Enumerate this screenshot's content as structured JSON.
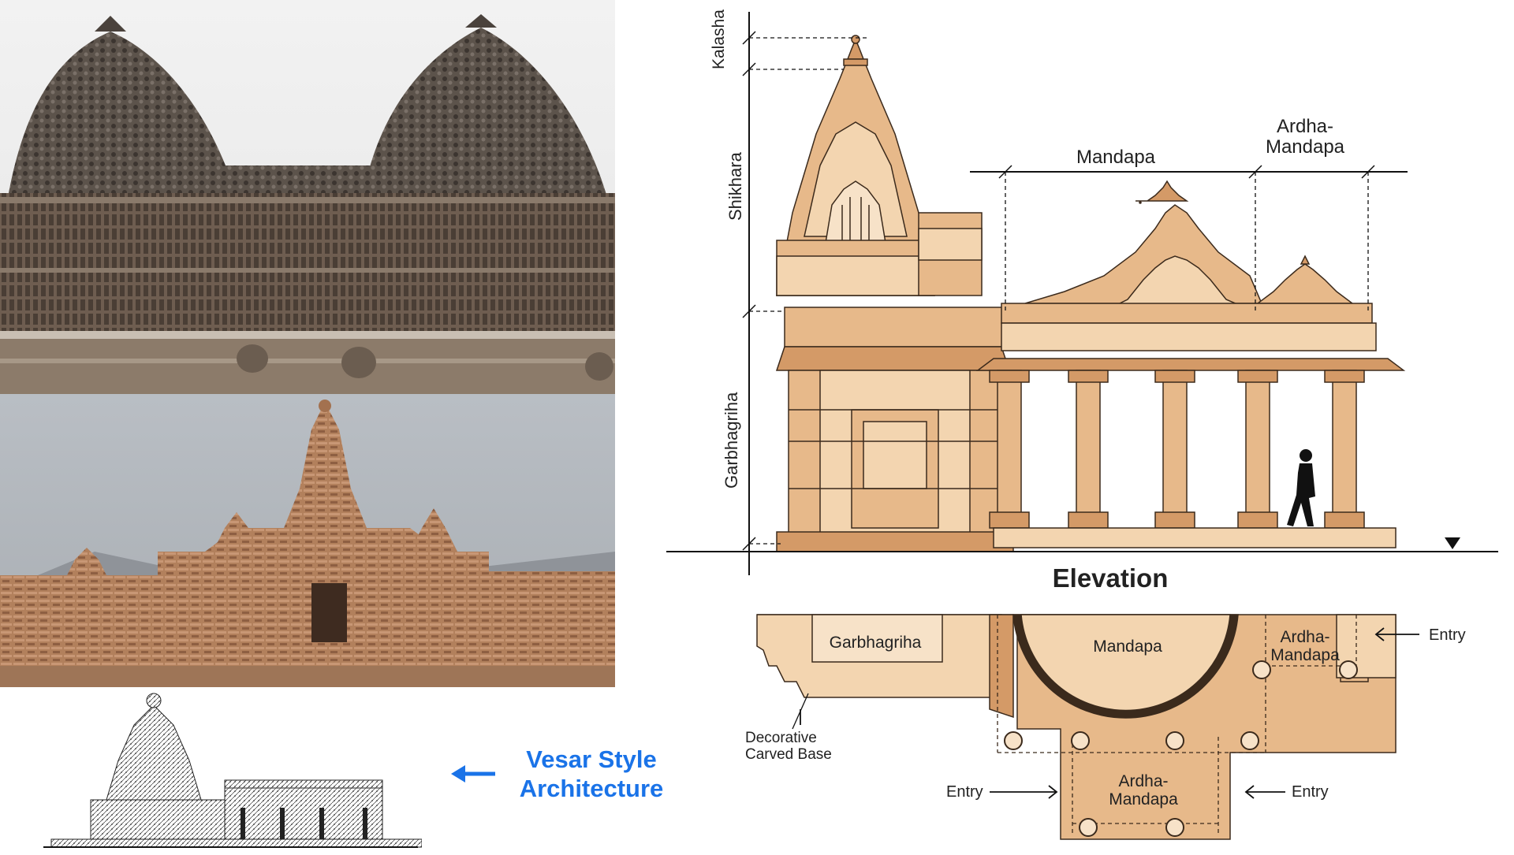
{
  "photo_top": {
    "alt": "Carved twin-shrine stone temple"
  },
  "photo_middle": {
    "alt": "Sandstone temple with stepped tower"
  },
  "sketch": {
    "alt": "Line drawing of temple"
  },
  "caption": {
    "line1": "Vesar Style",
    "line2": "Architecture",
    "arrow_color": "#1a73e8"
  },
  "elevation": {
    "labels": {
      "kalasha": "Kalasha",
      "shikhara": "Shikhara",
      "garbhagriha": "Garbhagriha",
      "mandapa": "Mandapa",
      "ardha_line1": "Ardha-",
      "ardha_line2": "Mandapa"
    },
    "title": "Elevation"
  },
  "plan": {
    "labels": {
      "garbhagriha": "Garbhagriha",
      "mandapa": "Mandapa",
      "ardha_right_line1": "Ardha-",
      "ardha_right_line2": "Mandapa",
      "ardha_bottom_line1": "Ardha-",
      "ardha_bottom_line2": "Mandapa",
      "entry_right": "Entry",
      "entry_left": "Entry",
      "entry_bottom_right": "Entry",
      "base_line1": "Decorative",
      "base_line2": "Carved Base"
    }
  },
  "colors": {
    "stone_light": "#f3d5b0",
    "stone_mid": "#e7b98a",
    "stone_dark": "#d49a67",
    "outline": "#3b2a1c"
  }
}
